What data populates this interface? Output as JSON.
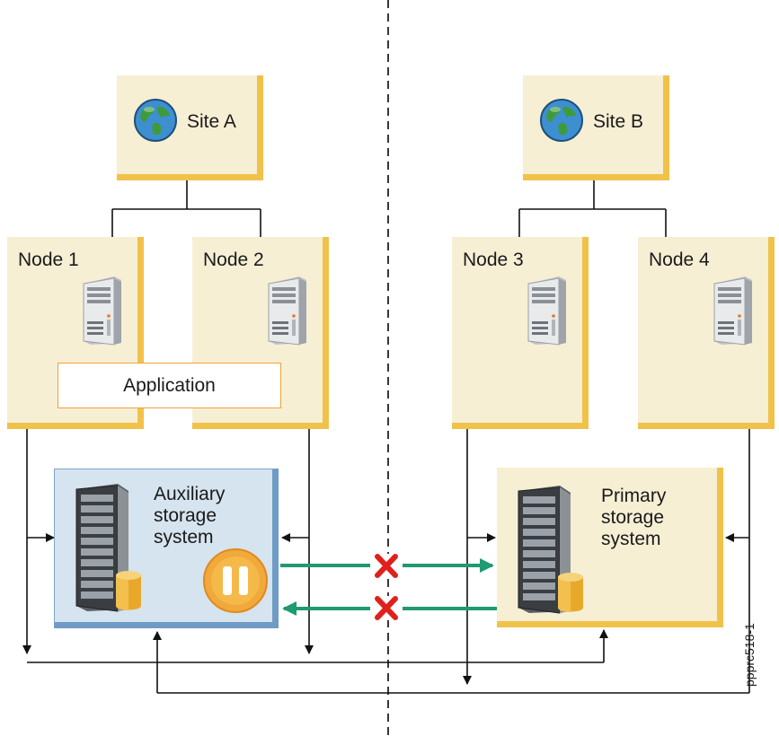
{
  "sites": [
    {
      "label": "Site A",
      "icon": "globe-icon"
    },
    {
      "label": "Site B",
      "icon": "globe-icon"
    }
  ],
  "nodes": [
    {
      "label": "Node 1",
      "icon": "server-icon"
    },
    {
      "label": "Node 2",
      "icon": "server-icon"
    },
    {
      "label": "Node 3",
      "icon": "server-icon"
    },
    {
      "label": "Node 4",
      "icon": "server-icon"
    }
  ],
  "application": {
    "label": "Application"
  },
  "storage": {
    "auxiliary": {
      "lines": [
        "Auxiliary",
        "storage",
        "system"
      ],
      "status_icon": "pause-icon"
    },
    "primary": {
      "lines": [
        "Primary",
        "storage",
        "system"
      ]
    }
  },
  "replication_links": [
    {
      "direction": "to-primary",
      "status": "broken",
      "icon": "x-icon"
    },
    {
      "direction": "to-auxiliary",
      "status": "broken",
      "icon": "x-icon"
    }
  ],
  "figure_id": "ppprc518-1",
  "colors": {
    "box_fill": "#f7efd4",
    "box_shadow": "#f1c24a",
    "aux_fill": "#d5e4ee",
    "aux_border": "#6f9bc6",
    "link_green": "#1f9a73",
    "break_red": "#e0201c",
    "pause_orange": "#f0a93a"
  }
}
